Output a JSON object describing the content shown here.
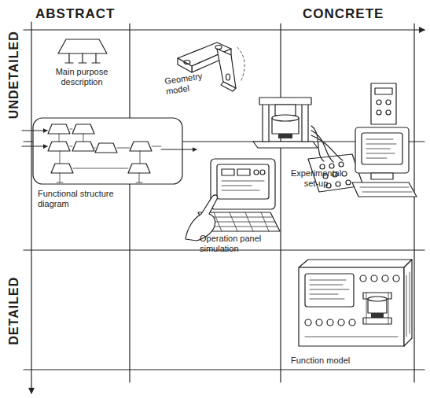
{
  "diagram": {
    "labels": [
      "ABSTRACT",
      "CONCRETE",
      "UNDETAILED",
      "DETAILED",
      "Main purpose description",
      "Geometry model",
      "Functional structure diagram",
      "Experimental set-up",
      "Operation panel simulation",
      "Function model"
    ]
  }
}
